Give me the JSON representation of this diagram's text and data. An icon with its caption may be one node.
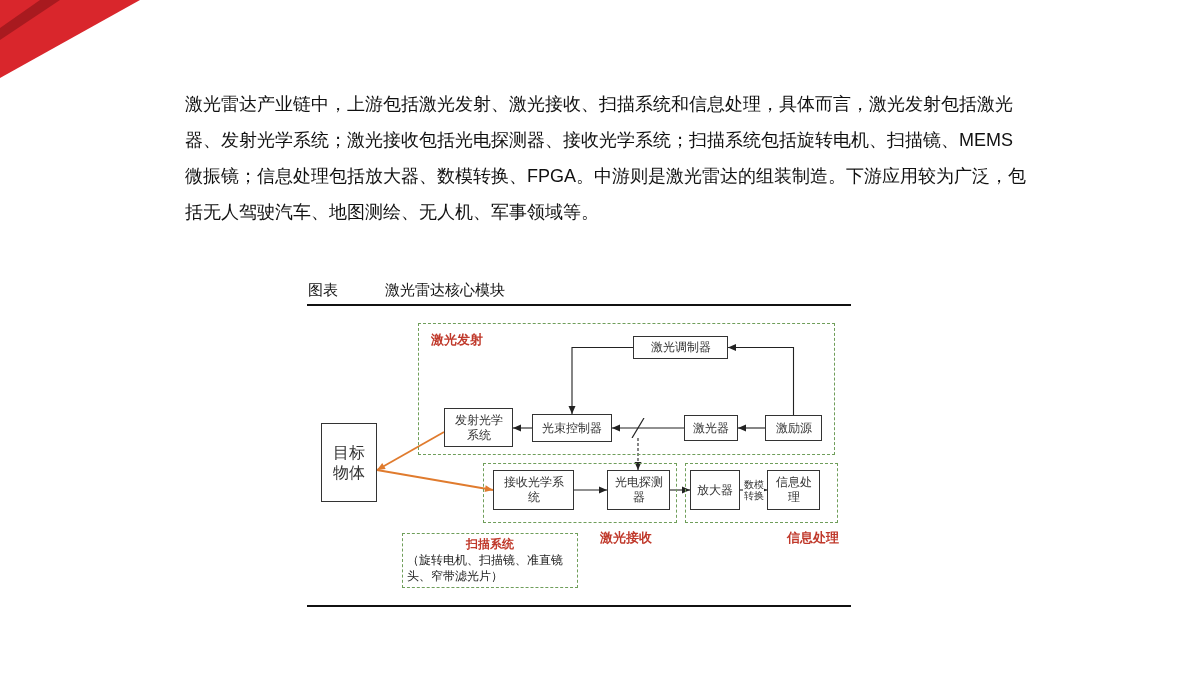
{
  "diagram": {
    "nodes": [
      {
        "text": [
          "激光发射"
        ]
      },
      {
        "text": [
          "激光调制器"
        ],
        "in": 0
      },
      {
        "text": [
          "发射光学系统"
        ],
        "in": 0
      },
      {
        "text": [
          "光束控制器"
        ],
        "in": 0
      },
      {
        "text": [],
        "shape": "bar",
        "in": 0
      },
      {
        "text": [
          "激光器"
        ],
        "in": 0
      },
      {
        "text": [
          "激励源"
        ],
        "in": 0
      },
      {
        "text": [
          "目标物体"
        ]
      },
      {
        "text": [
          "激光接收"
        ]
      },
      {
        "text": [
          "接收光学系统"
        ],
        "in": 8
      },
      {
        "text": [
          "光电探测器"
        ],
        "in": 8
      },
      {
        "text": [
          "信息处理"
        ]
      },
      {
        "text": [
          "放大器"
        ],
        "in": 11
      },
      {
        "text": [
          "信息处理"
        ],
        "in": 11
      },
      {
        "text": [
          "扫描系统",
          "（旋转电机、扫描镜、准直镜头、窄带滤光片）"
        ]
      }
    ],
    "edges": [
      {
        "from": 6,
        "to": 1,
        "arrow": "to"
      },
      {
        "from": 1,
        "to": 3,
        "arrow": "to"
      },
      {
        "from": 6,
        "to": 5,
        "arrow": "to"
      },
      {
        "from": 5,
        "to": 3,
        "arrow": "to"
      },
      {
        "from": 3,
        "to": 2,
        "arrow": "to"
      },
      {
        "from": 2,
        "to": 7,
        "arrow": "to",
        "color": "#e07b2e"
      },
      {
        "from": 7,
        "to": 9,
        "arrow": "to",
        "color": "#e07b2e"
      },
      {
        "from": 4,
        "to": 10,
        "arrow": "to",
        "style": "dashed"
      },
      {
        "from": 9,
        "to": 10,
        "arrow": "to"
      },
      {
        "from": 10,
        "to": 12,
        "arrow": "to"
      },
      {
        "from": 12,
        "to": 13,
        "arrow": "to",
        "label": "数模转换"
      }
    ],
    "labels": [
      "激光雷达产业链中，上游包括激光发射、激光接收、扫描系统和信息处理，具体而言，激光发射包括激光器、发射光学系统；激光接收包括光电探测器、接收光学系统；扫描系统包括旋转电机、扫描镜、MEMS 微振镜；信息处理包括放大器、数模转换、FPGA。中游则是激光雷达的组装制造。下游应用较为广泛，包括无人驾驶汽车、地图测绘、无人机、军事领域等。",
      "图表",
      "激光雷达核心模块"
    ]
  }
}
